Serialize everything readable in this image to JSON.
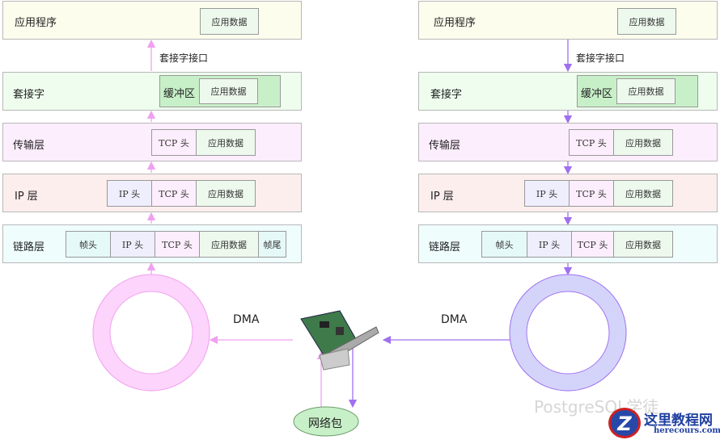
{
  "layers": {
    "app": "应用程序",
    "socket": "套接字",
    "transport": "传输层",
    "ip": "IP 层",
    "link": "链路层"
  },
  "cells": {
    "app_data": "应用数据",
    "buffer": "缓冲区",
    "tcp_head": "TCP 头",
    "ip_head": "IP 头",
    "frame_head": "帧头",
    "frame_tail": "帧尾"
  },
  "socket_interface": "套接字接口",
  "dma": "DMA",
  "packet": "网络包",
  "watermark": "PostgreSQL学徒",
  "logo": {
    "title": "这里教程网",
    "url": "herecours.com"
  },
  "colors": {
    "rx": "#f0a0f0",
    "tx": "#a070f0"
  }
}
